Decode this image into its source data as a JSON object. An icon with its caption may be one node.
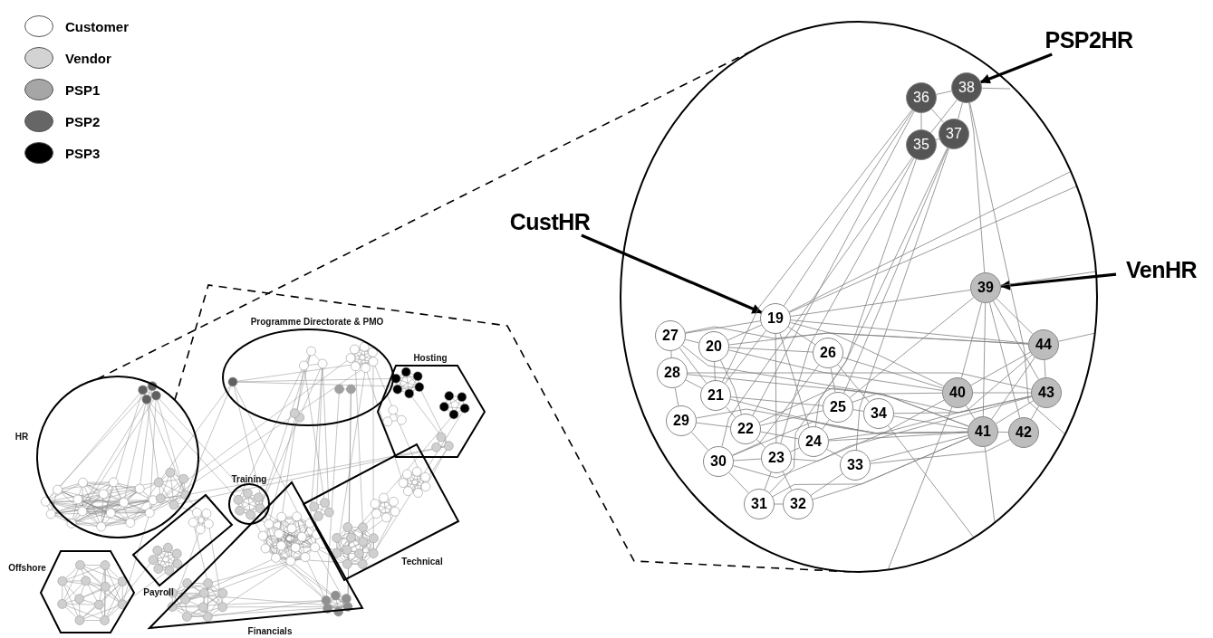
{
  "diagram": {
    "nodes": [
      {
        "text": [
          "HR"
        ]
      },
      {
        "text": [
          "Programme Directorate & PMO"
        ]
      },
      {
        "text": [
          "Hosting"
        ]
      },
      {
        "text": [
          "Training"
        ]
      },
      {
        "text": [
          "Payroll"
        ]
      },
      {
        "text": [
          "Technical"
        ]
      },
      {
        "text": [
          "Offshore"
        ]
      },
      {
        "text": [
          "Financials"
        ]
      },
      {
        "text": [],
        "shape": "circle"
      },
      {
        "text": [
          "CustHR"
        ]
      },
      {
        "text": [
          "VenHR"
        ]
      },
      {
        "text": [
          "PSP2HR"
        ]
      },
      {
        "text": [
          "38"
        ],
        "in": 8
      },
      {
        "text": [
          "36"
        ],
        "in": 8
      },
      {
        "text": [
          "37"
        ],
        "in": 8
      },
      {
        "text": [
          "35"
        ],
        "in": 8
      },
      {
        "text": [
          "39"
        ],
        "in": 8
      },
      {
        "text": [
          "19"
        ],
        "in": 8
      },
      {
        "text": [
          "27"
        ],
        "in": 8
      },
      {
        "text": [
          "20"
        ],
        "in": 8
      },
      {
        "text": [
          "26"
        ],
        "in": 8
      },
      {
        "text": [
          "44"
        ],
        "in": 8
      },
      {
        "text": [
          "28"
        ],
        "in": 8
      },
      {
        "text": [
          "21"
        ],
        "in": 8
      },
      {
        "text": [
          "40"
        ],
        "in": 8
      },
      {
        "text": [
          "43"
        ],
        "in": 8
      },
      {
        "text": [
          "25"
        ],
        "in": 8
      },
      {
        "text": [
          "34"
        ],
        "in": 8
      },
      {
        "text": [
          "29"
        ],
        "in": 8
      },
      {
        "text": [
          "22"
        ],
        "in": 8
      },
      {
        "text": [
          "41"
        ],
        "in": 8
      },
      {
        "text": [
          "42"
        ],
        "in": 8
      },
      {
        "text": [
          "24"
        ],
        "in": 8
      },
      {
        "text": [
          "30"
        ],
        "in": 8
      },
      {
        "text": [
          "23"
        ],
        "in": 8
      },
      {
        "text": [
          "33"
        ],
        "in": 8
      },
      {
        "text": [
          "31"
        ],
        "in": 8
      },
      {
        "text": [
          "32"
        ],
        "in": 8
      }
    ],
    "edges": [
      {
        "from": 0,
        "to": 8,
        "arrow": "none",
        "style": "dashed",
        "color": "#000000"
      },
      {
        "from": 0,
        "to": 8,
        "arrow": "none",
        "style": "dashed",
        "color": "#000000"
      },
      {
        "from": 9,
        "to": 17,
        "arrow": "to",
        "style": "thick",
        "color": "#000000"
      },
      {
        "from": 10,
        "to": 16,
        "arrow": "to",
        "style": "thick",
        "color": "#000000"
      },
      {
        "from": 11,
        "to": 12,
        "arrow": "to",
        "style": "thick",
        "color": "#000000"
      },
      {
        "from": 13,
        "to": 12,
        "arrow": "none"
      },
      {
        "from": 13,
        "to": 15,
        "arrow": "none"
      },
      {
        "from": 13,
        "to": 14,
        "arrow": "none"
      },
      {
        "from": 15,
        "to": 14,
        "arrow": "none"
      },
      {
        "from": 12,
        "to": 15,
        "arrow": "none"
      },
      {
        "from": 12,
        "to": 14,
        "arrow": "none"
      },
      {
        "from": 12,
        "to": 16,
        "arrow": "none"
      },
      {
        "from": 13,
        "to": 17,
        "arrow": "none"
      },
      {
        "from": 13,
        "to": 23,
        "arrow": "none"
      },
      {
        "from": 13,
        "to": 29,
        "arrow": "none"
      },
      {
        "from": 15,
        "to": 34,
        "arrow": "none"
      },
      {
        "from": 15,
        "to": 33,
        "arrow": "none"
      },
      {
        "from": 15,
        "to": 32,
        "arrow": "none"
      },
      {
        "from": 14,
        "to": 26,
        "arrow": "none"
      },
      {
        "from": 14,
        "to": 36,
        "arrow": "none"
      },
      {
        "from": 14,
        "to": 35,
        "arrow": "none"
      },
      {
        "from": 17,
        "to": 19,
        "arrow": "none"
      },
      {
        "from": 17,
        "to": 18,
        "arrow": "none"
      },
      {
        "from": 17,
        "to": 23,
        "arrow": "none"
      },
      {
        "from": 17,
        "to": 34,
        "arrow": "none"
      },
      {
        "from": 17,
        "to": 32,
        "arrow": "none"
      },
      {
        "from": 17,
        "to": 16,
        "arrow": "none"
      },
      {
        "from": 17,
        "to": 21,
        "arrow": "none"
      },
      {
        "from": 17,
        "to": 20,
        "arrow": "none"
      },
      {
        "from": 17,
        "to": 24,
        "arrow": "none"
      },
      {
        "from": 16,
        "to": 24,
        "arrow": "none"
      },
      {
        "from": 16,
        "to": 30,
        "arrow": "none"
      },
      {
        "from": 16,
        "to": 31,
        "arrow": "none"
      },
      {
        "from": 16,
        "to": 25,
        "arrow": "none"
      },
      {
        "from": 16,
        "to": 21,
        "arrow": "none"
      },
      {
        "from": 16,
        "to": 26,
        "arrow": "none"
      },
      {
        "from": 24,
        "to": 30,
        "arrow": "none"
      },
      {
        "from": 24,
        "to": 25,
        "arrow": "none"
      },
      {
        "from": 24,
        "to": 21,
        "arrow": "none"
      },
      {
        "from": 30,
        "to": 31,
        "arrow": "none"
      },
      {
        "from": 30,
        "to": 25,
        "arrow": "none"
      },
      {
        "from": 30,
        "to": 21,
        "arrow": "none"
      },
      {
        "from": 31,
        "to": 25,
        "arrow": "none"
      },
      {
        "from": 25,
        "to": 21,
        "arrow": "none"
      },
      {
        "from": 18,
        "to": 19,
        "arrow": "none"
      },
      {
        "from": 18,
        "to": 22,
        "arrow": "none"
      },
      {
        "from": 18,
        "to": 23,
        "arrow": "none"
      },
      {
        "from": 18,
        "to": 21,
        "arrow": "none"
      },
      {
        "from": 18,
        "to": 30,
        "arrow": "none"
      },
      {
        "from": 22,
        "to": 28,
        "arrow": "none"
      },
      {
        "from": 22,
        "to": 23,
        "arrow": "none"
      },
      {
        "from": 22,
        "to": 25,
        "arrow": "none"
      },
      {
        "from": 22,
        "to": 30,
        "arrow": "none"
      },
      {
        "from": 19,
        "to": 23,
        "arrow": "none"
      },
      {
        "from": 19,
        "to": 20,
        "arrow": "none"
      },
      {
        "from": 19,
        "to": 29,
        "arrow": "none"
      },
      {
        "from": 19,
        "to": 24,
        "arrow": "none"
      },
      {
        "from": 19,
        "to": 21,
        "arrow": "none"
      },
      {
        "from": 23,
        "to": 29,
        "arrow": "none"
      },
      {
        "from": 23,
        "to": 26,
        "arrow": "none"
      },
      {
        "from": 23,
        "to": 30,
        "arrow": "none"
      },
      {
        "from": 28,
        "to": 33,
        "arrow": "none"
      },
      {
        "from": 28,
        "to": 29,
        "arrow": "none"
      },
      {
        "from": 28,
        "to": 30,
        "arrow": "none"
      },
      {
        "from": 29,
        "to": 34,
        "arrow": "none"
      },
      {
        "from": 29,
        "to": 32,
        "arrow": "none"
      },
      {
        "from": 29,
        "to": 26,
        "arrow": "none"
      },
      {
        "from": 29,
        "to": 25,
        "arrow": "none"
      },
      {
        "from": 33,
        "to": 36,
        "arrow": "none"
      },
      {
        "from": 33,
        "to": 34,
        "arrow": "none"
      },
      {
        "from": 33,
        "to": 30,
        "arrow": "none"
      },
      {
        "from": 34,
        "to": 32,
        "arrow": "none"
      },
      {
        "from": 34,
        "to": 37,
        "arrow": "none"
      },
      {
        "from": 34,
        "to": 36,
        "arrow": "none"
      },
      {
        "from": 32,
        "to": 26,
        "arrow": "none"
      },
      {
        "from": 32,
        "to": 35,
        "arrow": "none"
      },
      {
        "from": 32,
        "to": 30,
        "arrow": "none"
      },
      {
        "from": 26,
        "to": 27,
        "arrow": "none"
      },
      {
        "from": 26,
        "to": 20,
        "arrow": "none"
      },
      {
        "from": 26,
        "to": 24,
        "arrow": "none"
      },
      {
        "from": 27,
        "to": 30,
        "arrow": "none"
      },
      {
        "from": 27,
        "to": 25,
        "arrow": "none"
      },
      {
        "from": 20,
        "to": 27,
        "arrow": "none"
      },
      {
        "from": 20,
        "to": 24,
        "arrow": "none"
      },
      {
        "from": 20,
        "to": 33,
        "arrow": "none"
      },
      {
        "from": 35,
        "to": 30,
        "arrow": "none"
      },
      {
        "from": 35,
        "to": 37,
        "arrow": "none"
      },
      {
        "from": 36,
        "to": 37,
        "arrow": "none"
      },
      {
        "from": 37,
        "to": 30,
        "arrow": "none"
      },
      {
        "from": 36,
        "to": 30,
        "arrow": "none"
      },
      {
        "from": 33,
        "to": 24,
        "arrow": "none"
      },
      {
        "from": 35,
        "to": 31,
        "arrow": "none"
      },
      {
        "from": 32,
        "to": 21,
        "arrow": "none"
      },
      {
        "from": 34,
        "to": 25,
        "arrow": "none"
      },
      {
        "from": 17,
        "to": null,
        "arrow": "none"
      },
      {
        "from": 17,
        "to": null,
        "arrow": "none"
      },
      {
        "from": 12,
        "to": null,
        "arrow": "none"
      },
      {
        "from": 12,
        "to": null,
        "arrow": "none"
      },
      {
        "from": 16,
        "to": null,
        "arrow": "none"
      },
      {
        "from": 21,
        "to": null,
        "arrow": "none"
      },
      {
        "from": 24,
        "to": null,
        "arrow": "none"
      },
      {
        "from": 27,
        "to": null,
        "arrow": "none"
      },
      {
        "from": 30,
        "to": null,
        "arrow": "none"
      }
    ],
    "legend": [
      {
        "text": "Customer",
        "color": "#ffffff"
      },
      {
        "text": "Vendor",
        "color": "#d3d3d3"
      },
      {
        "text": "PSP1",
        "color": "#a6a6a6"
      },
      {
        "text": "PSP2",
        "color": "#666666"
      },
      {
        "text": "PSP3",
        "color": "#000000"
      }
    ]
  }
}
